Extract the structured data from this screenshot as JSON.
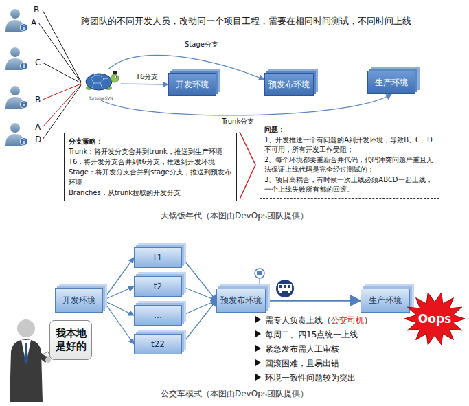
{
  "diagram": {
    "title": "跨团队的不同开发人员，改动同一个项目工程，需要在相同时间测试，不同时间上线",
    "nodes": [
      {
        "text": [
          "TortoiseSVN"
        ]
      },
      {
        "text": [
          "开发环境"
        ]
      },
      {
        "text": [
          "预发布环境"
        ]
      },
      {
        "text": [
          "生产环境"
        ]
      },
      {
        "text": [
          "分支策略：",
          "Trunk：将开发分支合并到trunk，推送到生产环境",
          "T6：将开发分支合并到t6分支，推送到开发环境",
          "Stage：将开发分支合并到stage分支，推送到预发布环境",
          "Branches：从trunk拉取的开发分支"
        ]
      },
      {
        "text": [
          "问题：",
          "1、开发推送一个有问题的A到开发环境，导致B、C、D不可用，所有开发工作受阻；",
          "2、每个环境都要重新合并代码，代码冲突问题严重且无法保证上线代码是完全经过测试的；",
          "3、项目高耦合，有时候一次上线必须ABCD一起上线，一个上线失败所有都的回滚。"
        ]
      },
      {
        "text": [
          "开发环境"
        ]
      },
      {
        "text": [
          "t1"
        ]
      },
      {
        "text": [
          "t2"
        ]
      },
      {
        "text": [
          "…"
        ]
      },
      {
        "text": [
          "t22"
        ]
      },
      {
        "text": [
          "预发布环境"
        ]
      },
      {
        "text": [
          "生产环境"
        ]
      },
      {
        "text": [
          "我本地是好的"
        ]
      },
      {
        "text": [
          "Oops"
        ]
      }
    ],
    "edges": [
      {
        "from": 0,
        "to": 1,
        "label": "T6分支",
        "arrow": "to"
      },
      {
        "from": 0,
        "to": 2,
        "label": "Stage分支",
        "arrow": "to"
      },
      {
        "from": 0,
        "to": 3,
        "label": "Trunk分支",
        "arrow": "to"
      },
      {
        "from": 6,
        "to": 7,
        "arrow": "to"
      },
      {
        "from": 6,
        "to": 8,
        "arrow": "to"
      },
      {
        "from": 6,
        "to": 9,
        "arrow": "to"
      },
      {
        "from": 6,
        "to": 10,
        "arrow": "to"
      },
      {
        "from": 7,
        "to": 11,
        "arrow": "to"
      },
      {
        "from": 8,
        "to": 11,
        "arrow": "to"
      },
      {
        "from": 9,
        "to": 11,
        "arrow": "to"
      },
      {
        "from": 10,
        "to": 11,
        "arrow": "to"
      },
      {
        "from": 11,
        "to": 12,
        "arrow": "to"
      }
    ],
    "labels": [
      "B",
      "A",
      "C",
      "B",
      "A",
      "D",
      "大锅饭年代（本图由DevOps团队提供）",
      "需专人负责上线（",
      "公交司机",
      "）",
      "每周二、四15点统一上线",
      "紧急发布需人工审核",
      "回滚困难，且易出错",
      "环境一致性问题较为突出",
      "公交车模式（本图由DevOps团队提供）"
    ]
  }
}
